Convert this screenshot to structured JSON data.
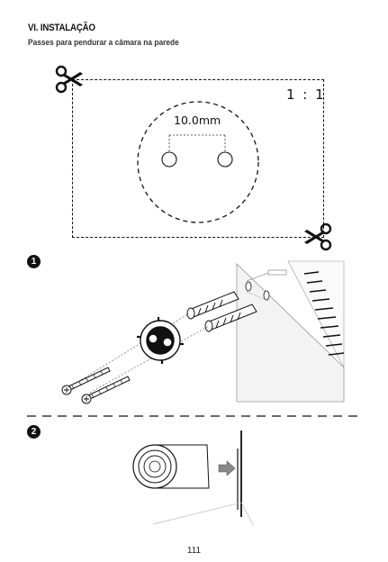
{
  "heading": {
    "section_title": "VI. INSTALAÇÃO",
    "subtitle": "Passes para pendurar a câmara na parede"
  },
  "template": {
    "scale_label": "1 : 1",
    "hole_spacing_label": "10.0mm"
  },
  "steps": [
    {
      "number": "1"
    },
    {
      "number": "2"
    }
  ],
  "footer": {
    "page_number": "111"
  }
}
